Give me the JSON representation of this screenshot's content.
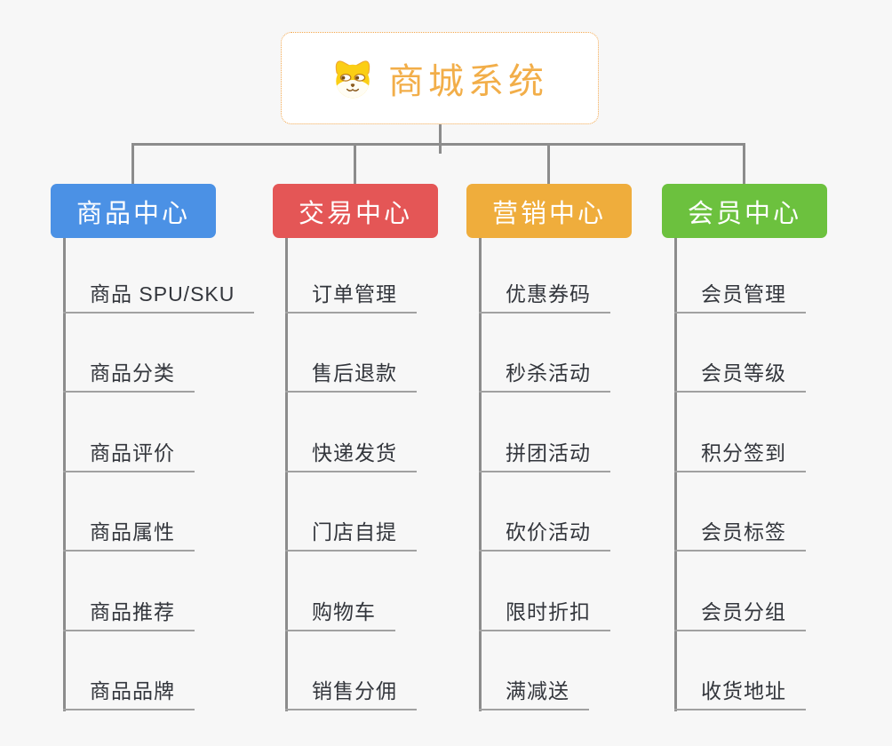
{
  "root": {
    "title": "商城系统",
    "icon": "shiba-dog-icon",
    "title_color": "#f2ae49",
    "border_color": "#f2a64b"
  },
  "connector_color": "#8c8c8c",
  "leaf_text_color": "#33363c",
  "branches": [
    {
      "label": "商品中心",
      "color": "#4b91e5",
      "items": [
        "商品 SPU/SKU",
        "商品分类",
        "商品评价",
        "商品属性",
        "商品推荐",
        "商品品牌"
      ]
    },
    {
      "label": "交易中心",
      "color": "#e45656",
      "items": [
        "订单管理",
        "售后退款",
        "快递发货",
        "门店自提",
        "购物车",
        "销售分佣"
      ]
    },
    {
      "label": "营销中心",
      "color": "#efad3c",
      "items": [
        "优惠券码",
        "秒杀活动",
        "拼团活动",
        "砍价活动",
        "限时折扣",
        "满减送"
      ]
    },
    {
      "label": "会员中心",
      "color": "#6cc13e",
      "items": [
        "会员管理",
        "会员等级",
        "积分签到",
        "会员标签",
        "会员分组",
        "收货地址"
      ]
    }
  ]
}
